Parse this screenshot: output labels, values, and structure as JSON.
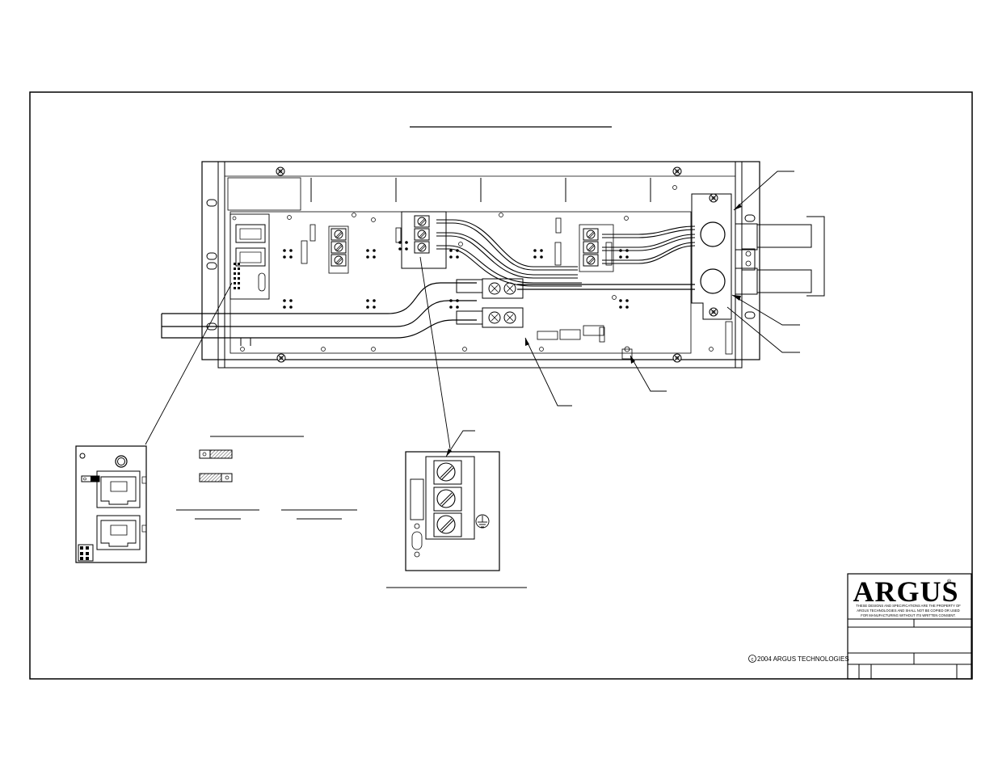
{
  "title_block": {
    "logo": "ARGUS",
    "registered_mark": "®",
    "notice_line_1": "THESE DESIGNS AND SPECIFICATIONS ARE THE PROPERTY OF",
    "notice_line_2": "ARGUS TECHNOLOGIES AND SHALL NOT BE COPIED OR USED",
    "notice_line_3": "FOR MANUFACTURING WITHOUT ITS WRITTEN CONSENT."
  },
  "copyright": {
    "symbol": "c",
    "text": "2004 ARGUS TECHNOLOGIES"
  },
  "colors": {
    "line": "#000000",
    "light_line": "#555555",
    "hatch": "#444444",
    "paper": "#ffffff"
  }
}
